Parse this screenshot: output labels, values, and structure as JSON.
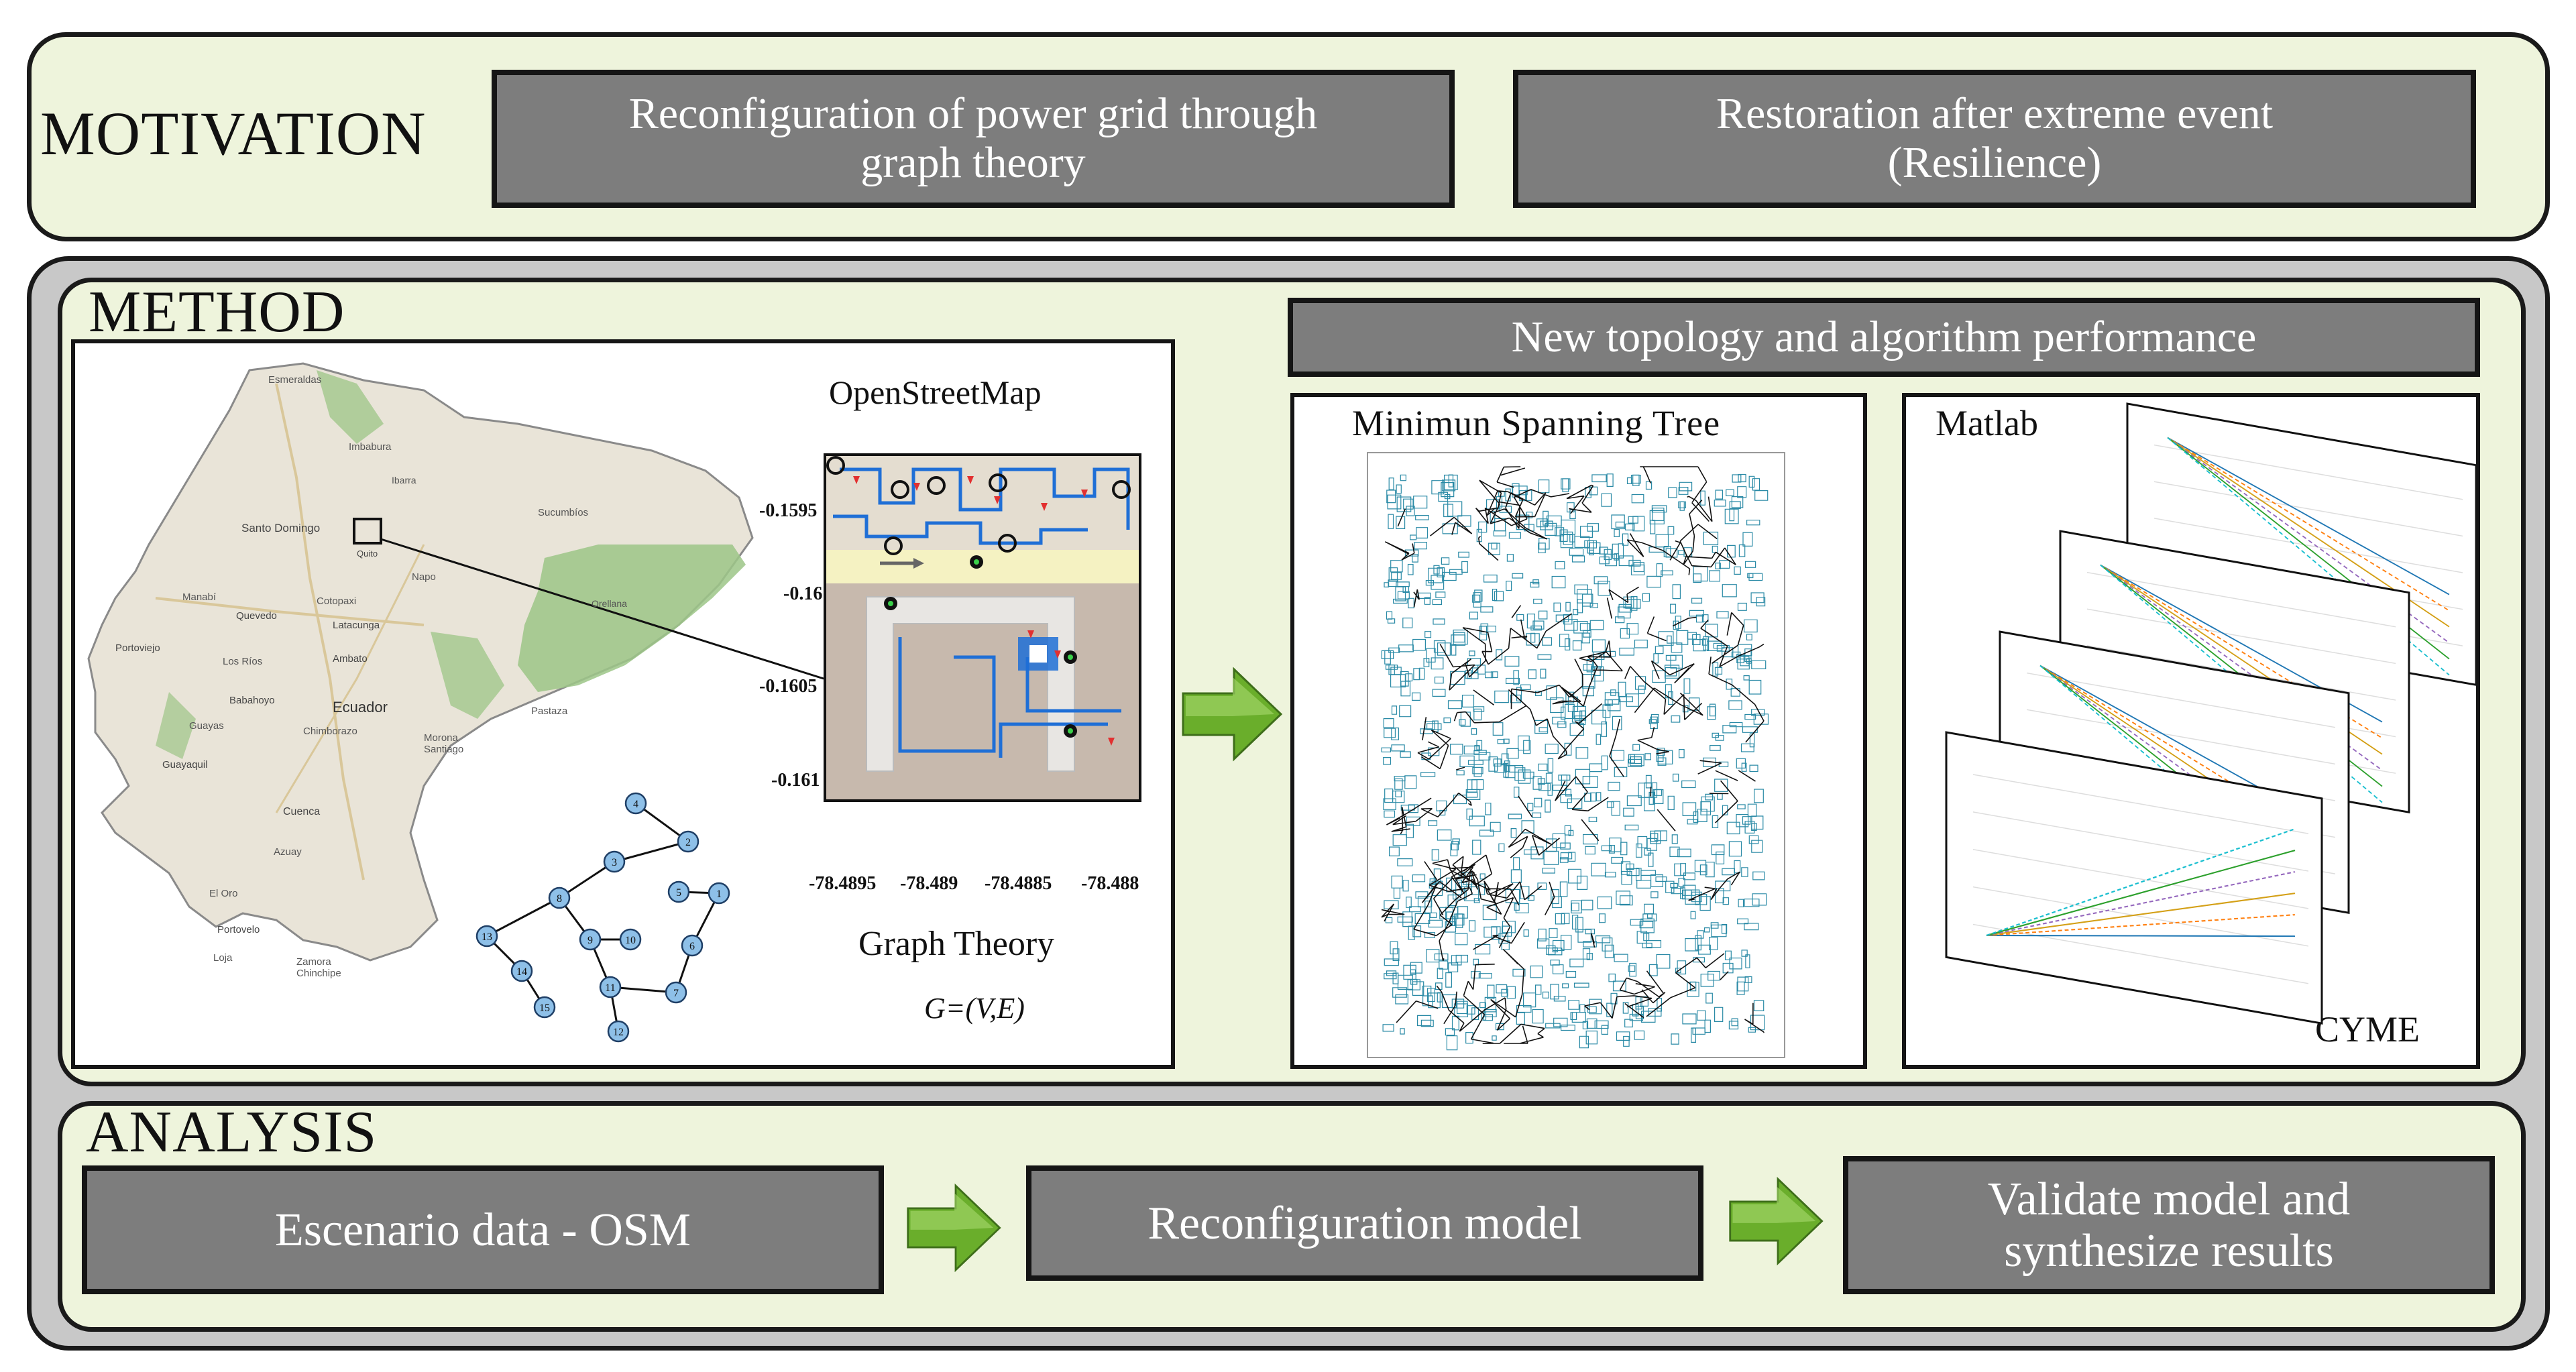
{
  "motivation": {
    "title": "MOTIVATION",
    "box1_line1": "Reconfiguration of power grid through",
    "box1_line2": "graph theory",
    "box2_line1": "Restoration after extreme event",
    "box2_line2": "(Resilience)"
  },
  "method": {
    "title": "METHOD",
    "osm_label": "OpenStreetMap",
    "graph_label": "Graph Theory",
    "graph_formula": "G=(V,E)",
    "y_ticks": [
      "-0.1595",
      "-0.16",
      "-0.1605",
      "-0.161"
    ],
    "x_ticks": [
      "-78.4895",
      "-78.489",
      "-78.4885",
      "-78.488"
    ],
    "map_places": [
      "Esmeraldas",
      "Imbabura",
      "Ibarra",
      "Santo Domingo",
      "Sucumbíos",
      "Quito",
      "Manabí",
      "Napo",
      "Cotopaxi",
      "Orellana",
      "Portoviejo",
      "Quevedo",
      "Latacunga",
      "Los Ríos",
      "Ambato",
      "Babahoyo",
      "Ecuador",
      "Pastaza",
      "Guayas",
      "Chimborazo",
      "Guayaquil",
      "Morona Santiago",
      "Cuenca",
      "Azuay",
      "El Oro",
      "Portovelo",
      "Loja",
      "Zamora Chinchipe"
    ],
    "graph_nodes": [
      "1",
      "2",
      "3",
      "4",
      "5",
      "6",
      "7",
      "8",
      "9",
      "10",
      "11",
      "12",
      "13",
      "14",
      "15"
    ],
    "result_header": "New topology and algorithm performance",
    "mst_label": "Minimun Spanning Tree",
    "matlab_label": "Matlab",
    "cyme_label": "CYME"
  },
  "analysis": {
    "title": "ANALYSIS",
    "step1": "Escenario data - OSM",
    "step2": "Reconfiguration model",
    "step3_line1": "Validate model and",
    "step3_line2": "synthesize results"
  },
  "colors": {
    "panel_fill": "#eef4dc",
    "outer_method_fill": "#c8c8c8",
    "box_fill": "#7d7d7d",
    "arrow_green": "#6aae2b",
    "network_teal": "#2a8aa6",
    "osm_blue": "#1f6fd6",
    "node_fill": "#8ec0e8"
  }
}
